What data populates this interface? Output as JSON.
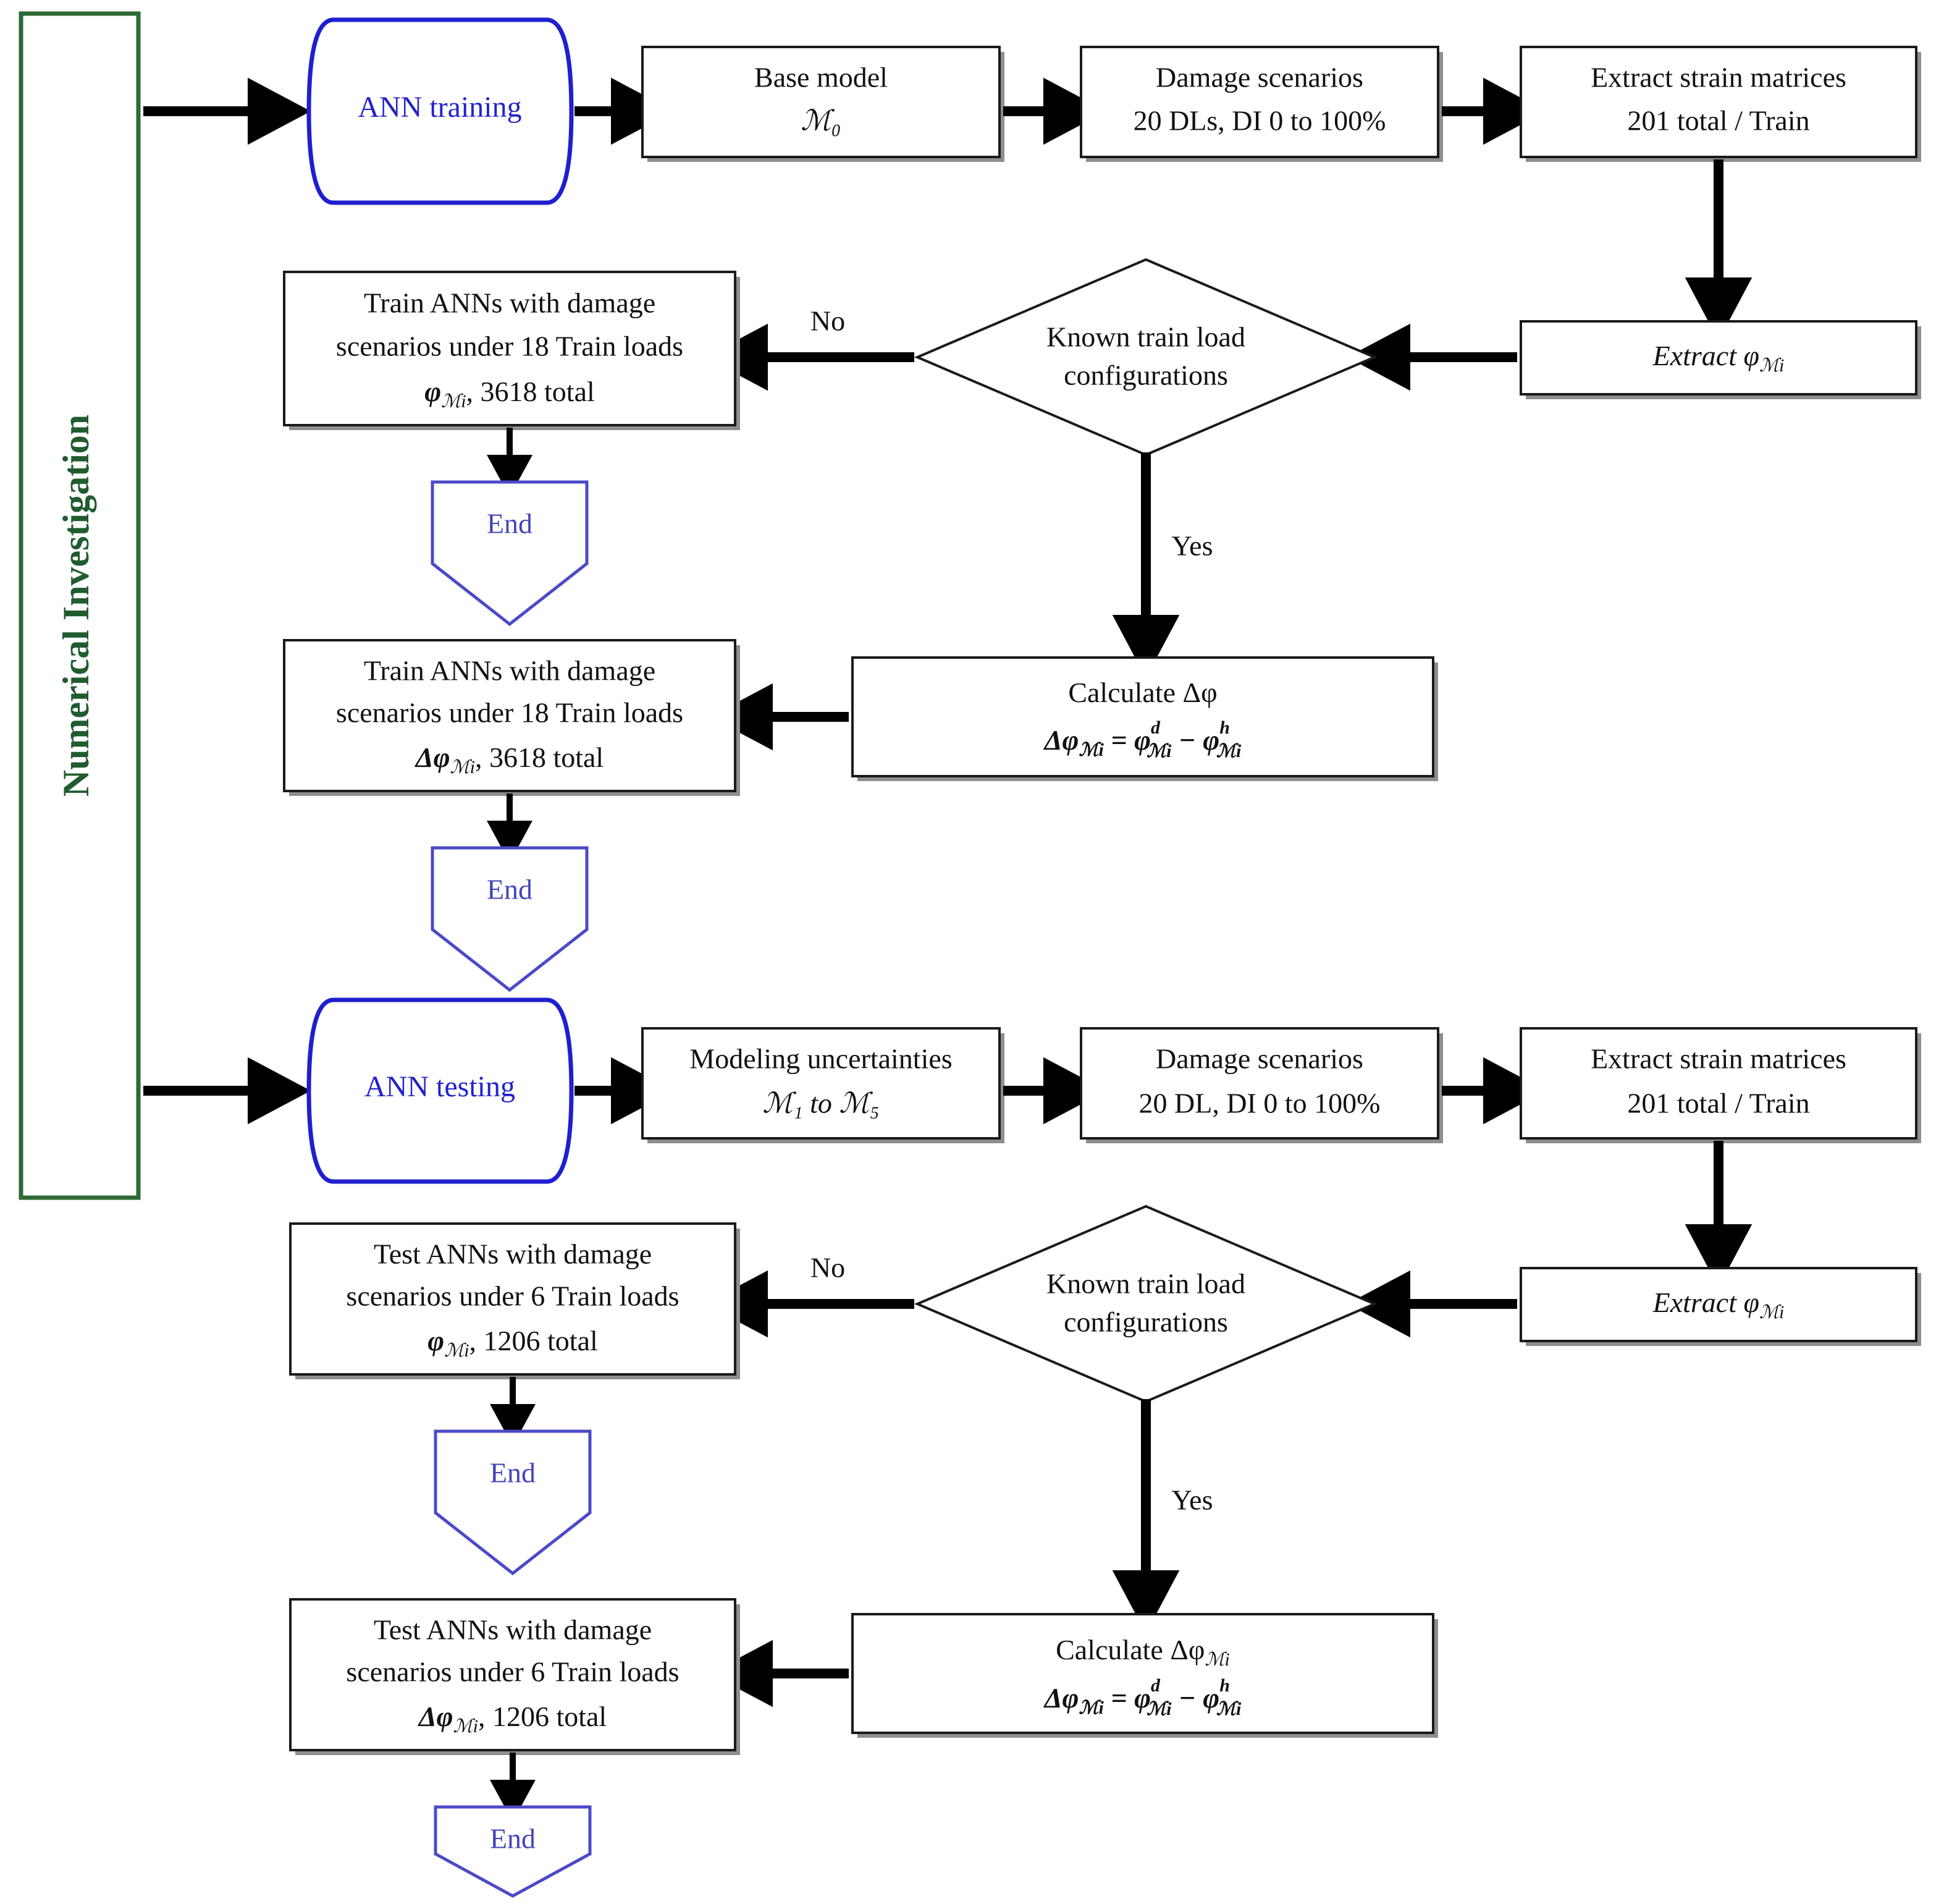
{
  "diagram": {
    "title": "Numerical Investigation flowchart for ANN training and testing",
    "group_label": "Numerical Investigation",
    "colors": {
      "group_border": "#2c6b33",
      "group_text": "#1f5c2e",
      "terminator_border": "#1f1fd0",
      "terminator_text": "#2222cc",
      "end_border": "#4a4ac8",
      "end_text": "#4444bb",
      "box_border": "#1a1a1a",
      "box_shadow": "#8e8e8e",
      "connector": "#000000",
      "canvas": "#ffffff"
    }
  },
  "training_flow": {
    "terminator": "ANN training",
    "base_model": {
      "line1": "Base model",
      "line2": "ℳ₀"
    },
    "damage_scenarios": {
      "line1": "Damage scenarios",
      "line2": "20 DLs, DI 0 to 100%"
    },
    "extract_strain": {
      "line1": "Extract strain matrices",
      "line2": "201 total / Train"
    },
    "extract_phi": {
      "text": "Extract φ",
      "sub": "ℳi"
    },
    "decision": {
      "line1": "Known train load",
      "line2": "configurations"
    },
    "decision_no_label": "No",
    "decision_yes_label": "Yes",
    "no_branch_box": {
      "line1": "Train ANNs with damage",
      "line2": "scenarios under 18 Train loads",
      "line3_prefix": "φ",
      "line3_sub": "ℳi",
      "line3_suffix": ", 3618 total"
    },
    "no_branch_end": "End",
    "calculate_box": {
      "line1": "Calculate Δφ",
      "line1_sub": "",
      "formula_lhs": "Δφ",
      "formula_lhs_sub": "ℳi",
      "formula_eq": "=",
      "formula_t1": "φ",
      "formula_t1_sup": "d",
      "formula_t1_sub": "ℳi",
      "formula_minus": "−",
      "formula_t2": "φ",
      "formula_t2_sup": "h",
      "formula_t2_sub": "ℳi"
    },
    "yes_branch_box": {
      "line1": "Train ANNs with damage",
      "line2": "scenarios under 18 Train loads",
      "line3_prefix": "Δφ",
      "line3_sub": "ℳi",
      "line3_suffix": ", 3618 total"
    },
    "yes_branch_end": "End"
  },
  "testing_flow": {
    "terminator": "ANN testing",
    "modeling_uncertainties": {
      "line1": "Modeling uncertainties",
      "line2": "ℳ₁ to ℳ₅"
    },
    "damage_scenarios": {
      "line1": "Damage scenarios",
      "line2": "20 DL, DI 0 to 100%"
    },
    "extract_strain": {
      "line1": "Extract strain matrices",
      "line2": "201 total / Train"
    },
    "extract_phi": {
      "text": "Extract φ",
      "sub": "ℳi"
    },
    "decision": {
      "line1": "Known train load",
      "line2": "configurations"
    },
    "decision_no_label": "No",
    "decision_yes_label": "Yes",
    "no_branch_box": {
      "line1": "Test ANNs with damage",
      "line2": "scenarios under 6 Train loads",
      "line3_prefix": "φ",
      "line3_sub": "ℳi",
      "line3_suffix": ", 1206 total"
    },
    "no_branch_end": "End",
    "calculate_box": {
      "line1": "Calculate Δφ",
      "line1_sub": "ℳi",
      "formula_lhs": "Δφ",
      "formula_lhs_sub": "ℳi",
      "formula_eq": "=",
      "formula_t1": "φ",
      "formula_t1_sup": "d",
      "formula_t1_sub": "ℳi",
      "formula_minus": "−",
      "formula_t2": "φ",
      "formula_t2_sup": "h",
      "formula_t2_sub": "ℳi"
    },
    "yes_branch_box": {
      "line1": "Test ANNs with damage",
      "line2": "scenarios under 6 Train loads",
      "line3_prefix": "Δφ",
      "line3_sub": "ℳi",
      "line3_suffix": ", 1206 total"
    },
    "yes_branch_end": "End"
  }
}
